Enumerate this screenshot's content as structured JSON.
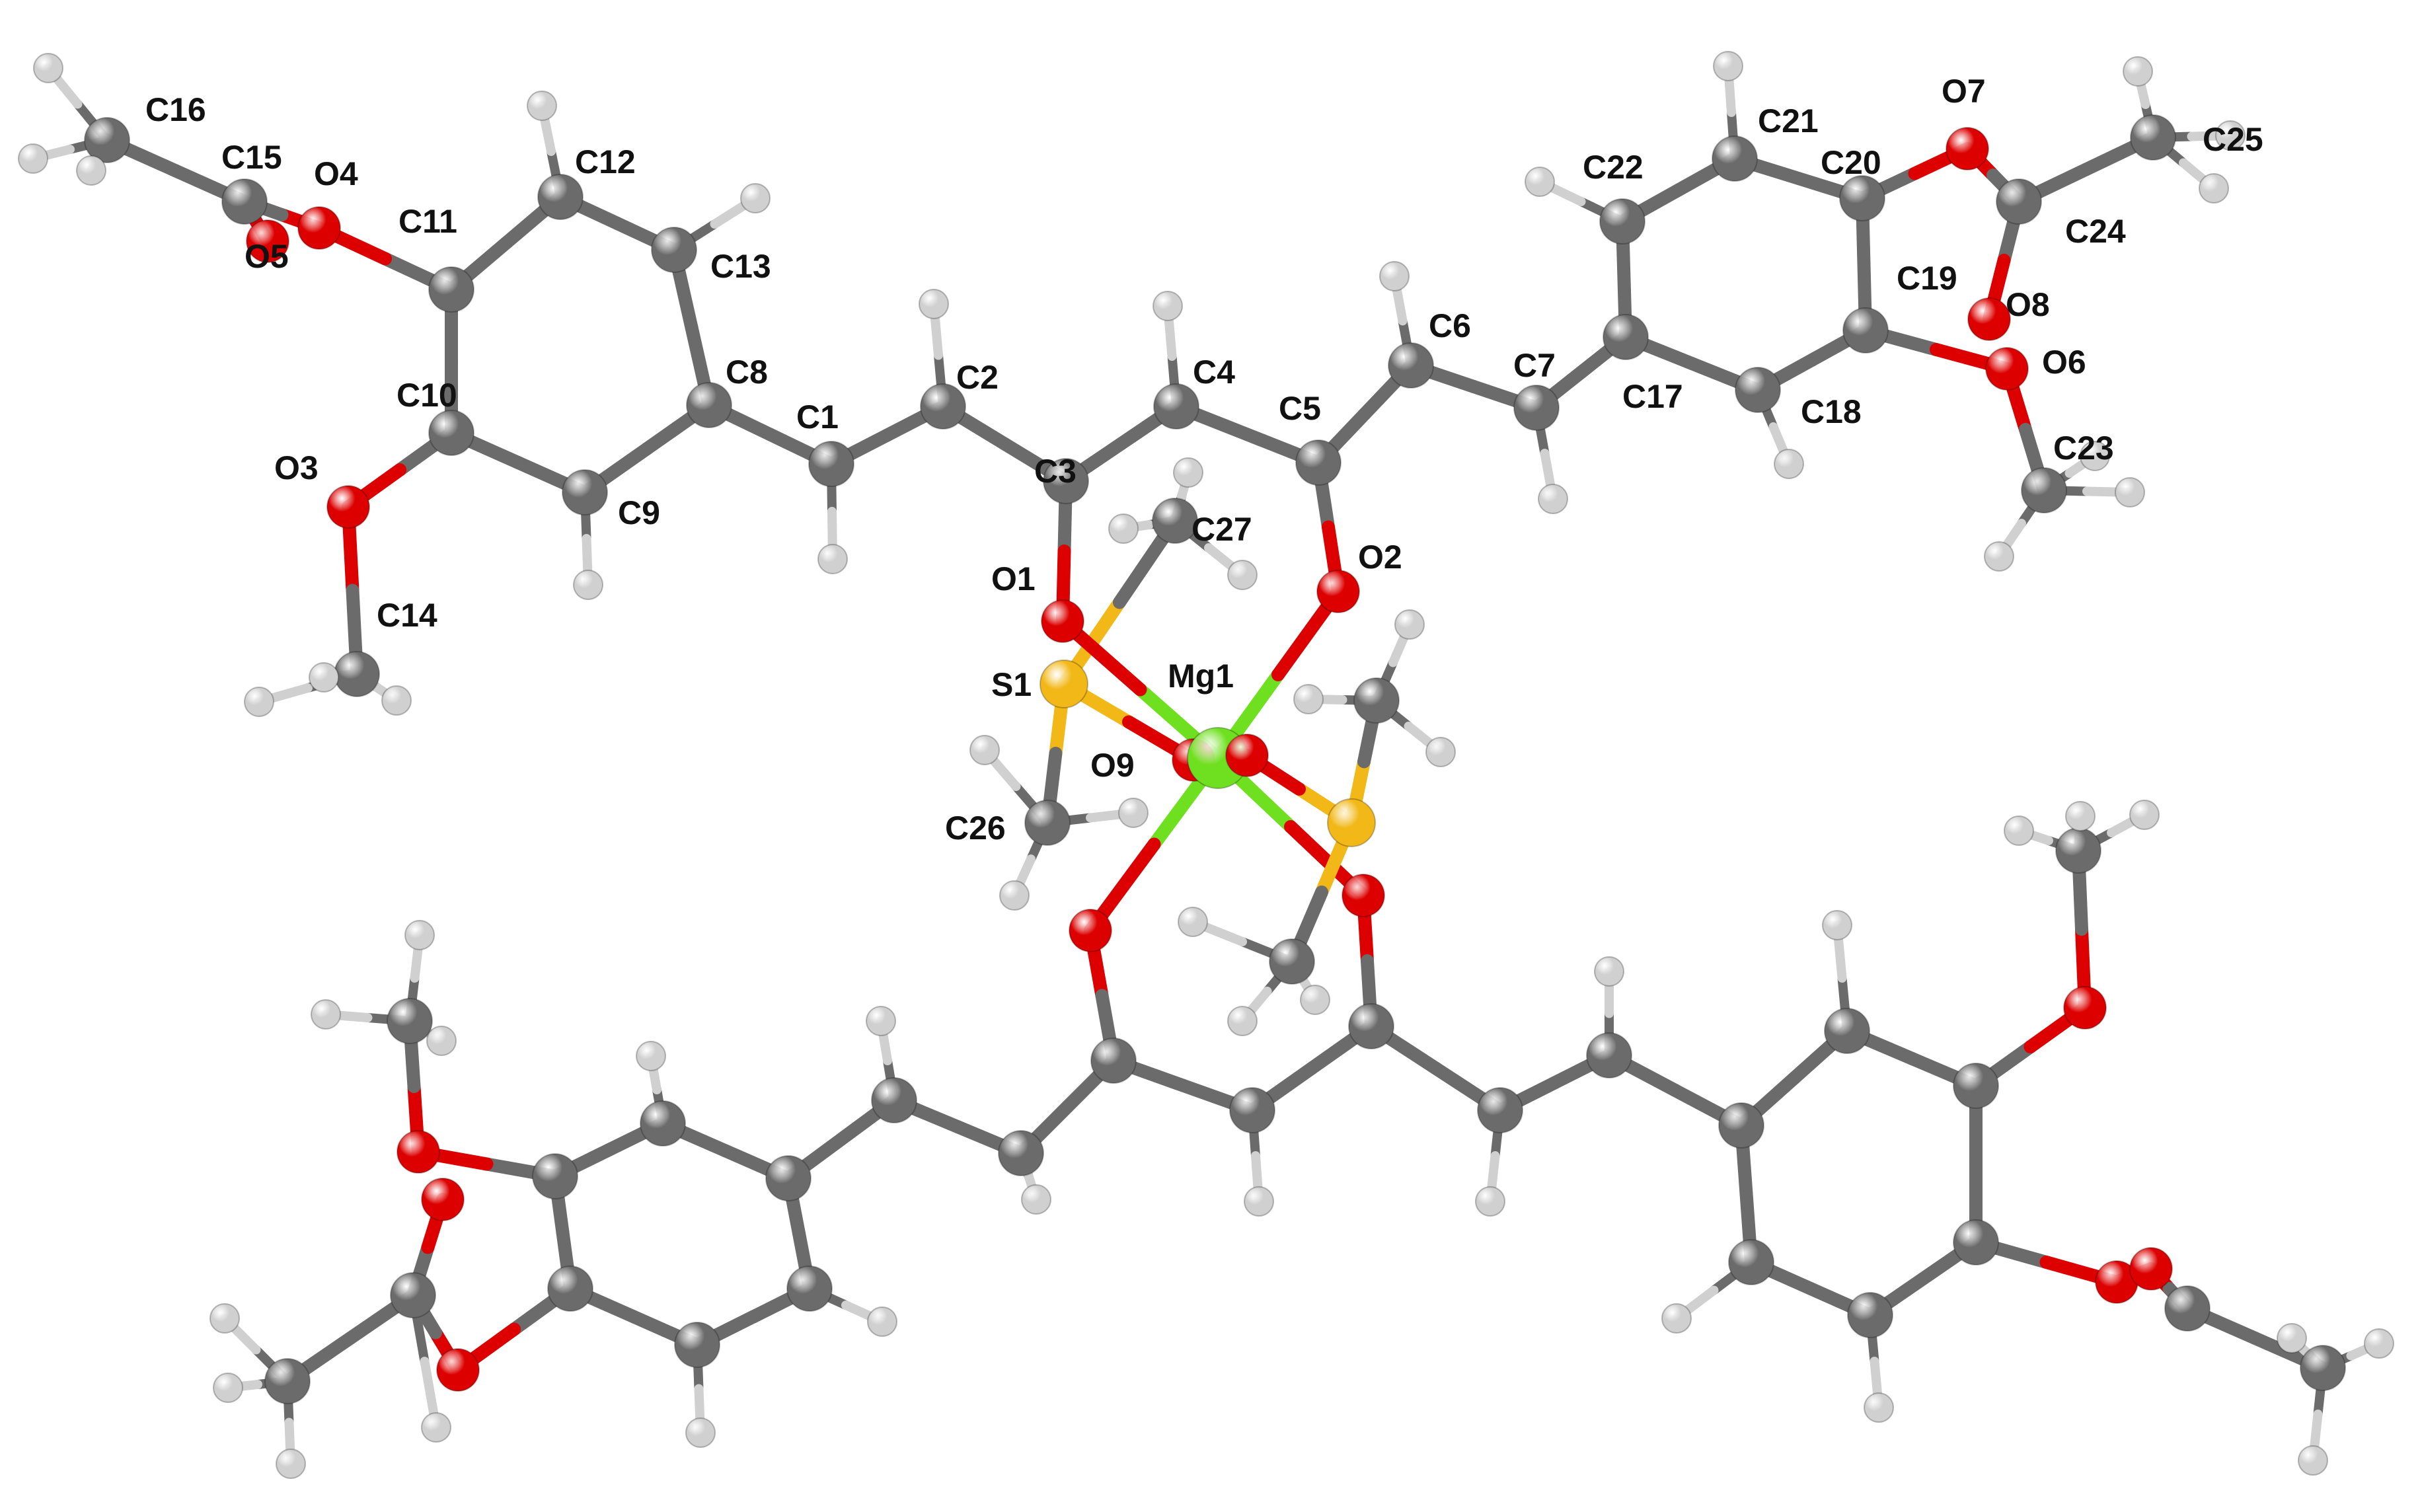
{
  "colors": {
    "C": "#6b6b6b",
    "O": "#dd0000",
    "H": "#d0d0d0",
    "S": "#f2b818",
    "Mg": "#6fe020",
    "background": "#ffffff"
  },
  "labels": {
    "C1": "C1",
    "C2": "C2",
    "C3": "C3",
    "C4": "C4",
    "C5": "C5",
    "C6": "C6",
    "C7": "C7",
    "C8": "C8",
    "C9": "C9",
    "C10": "C10",
    "C11": "C11",
    "C12": "C12",
    "C13": "C13",
    "C14": "C14",
    "C15": "C15",
    "C16": "C16",
    "C17": "C17",
    "C18": "C18",
    "C19": "C19",
    "C20": "C20",
    "C21": "C21",
    "C22": "C22",
    "C23": "C23",
    "C24": "C24",
    "C25": "C25",
    "C26": "C26",
    "C27": "C27",
    "O1": "O1",
    "O2": "O2",
    "O3": "O3",
    "O4": "O4",
    "O5": "O5",
    "O6": "O6",
    "O7": "O7",
    "O8": "O8",
    "O9": "O9",
    "S1": "S1",
    "Mg1": "Mg1"
  }
}
